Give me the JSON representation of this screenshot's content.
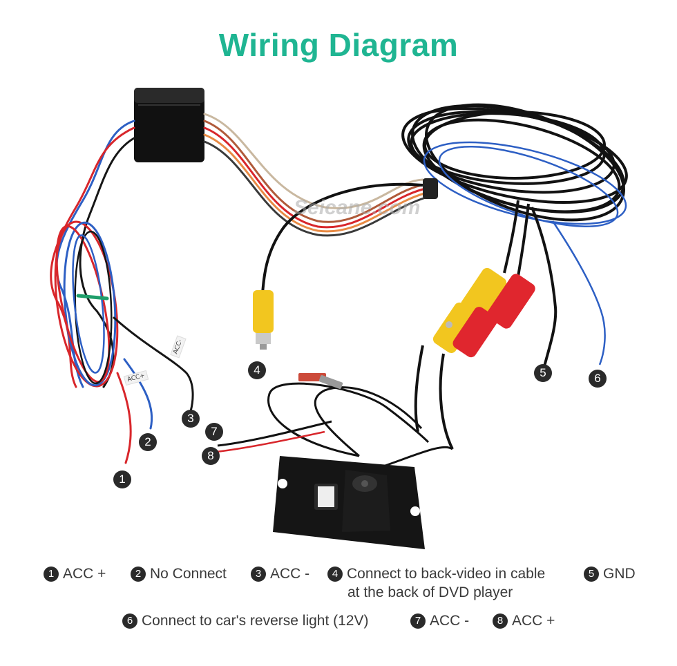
{
  "title": "Wiring Diagram",
  "watermark": "Seicane.com",
  "wire_tags": {
    "acc_minus": "ACC-",
    "acc_plus": "ACC+"
  },
  "markers": [
    "1",
    "2",
    "3",
    "4",
    "5",
    "6",
    "7",
    "8"
  ],
  "legend": {
    "item1": {
      "num": "1",
      "text": "ACC +"
    },
    "item2": {
      "num": "2",
      "text": "No Connect"
    },
    "item3": {
      "num": "3",
      "text": "ACC -"
    },
    "item4": {
      "num": "4",
      "text": "Connect to back-video in cable",
      "text2": "at the back of DVD player"
    },
    "item5": {
      "num": "5",
      "text": "GND"
    },
    "item6": {
      "num": "6",
      "text": "Connect to car's reverse light (12V)"
    },
    "item7": {
      "num": "7",
      "text": "ACC -"
    },
    "item8": {
      "num": "8",
      "text": "ACC +"
    }
  },
  "colors": {
    "title": "#1fb592",
    "marker": "#2a2a2a",
    "wire_black": "#161616",
    "wire_red": "#d8262b",
    "wire_blue": "#2d5fc4",
    "rca_yellow": "#f2c61f",
    "rca_red": "#e0262e"
  }
}
